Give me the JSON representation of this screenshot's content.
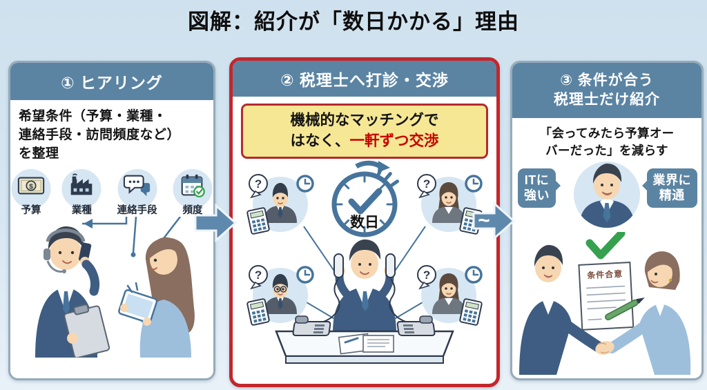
{
  "title": "図解：紹介が「数日かかる」理由",
  "colors": {
    "header_blue": "#5b84a3",
    "panel_border": "#96abb9",
    "red_border": "#c2272b",
    "callout_yellow": "#f6e794",
    "emphasis_red": "#c80000",
    "arrow_blue": "#5e89ac",
    "steel_blue": "#46749c",
    "check_green": "#35a14f"
  },
  "panel1": {
    "header": "① ヒアリング",
    "body_lines": [
      "希望条件（予算・業種・",
      "連絡手段・訪問頻度など）",
      "を整理"
    ],
    "items": [
      {
        "label": "予算",
        "icon": "banknote-icon",
        "glyph": "$"
      },
      {
        "label": "業種",
        "icon": "factory-icon"
      },
      {
        "label": "連絡手段",
        "icon": "chat-bubbles-icon"
      },
      {
        "label": "頻度",
        "icon": "calendar-check-icon"
      }
    ]
  },
  "panel2": {
    "header": "② 税理士へ打診・交渉",
    "callout": {
      "line1": "機械的なマッチングで",
      "line2_normal": "はなく、",
      "line2_emphasis": "一軒ずつ交渉"
    },
    "clock_label": "数日",
    "question": "?"
  },
  "panel3": {
    "header_line1": "③ 条件が合う",
    "header_line2": "税理士だけ紹介",
    "body_lines": [
      "「会ってみたら予算オー",
      "バーだった」を減らす"
    ],
    "bubble_left": [
      "ITに",
      "強い"
    ],
    "bubble_right": [
      "業界に",
      "精通"
    ],
    "document_label": "条件合意"
  },
  "arrow_between_label": "~"
}
